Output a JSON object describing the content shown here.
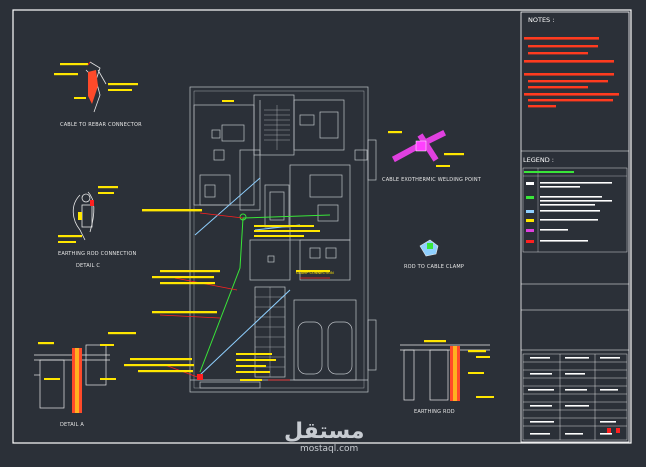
{
  "notes_heading": "NOTES :",
  "legend_heading": "LEGEND :",
  "labels": {
    "cable_to_rebar": "CABLE TO REBAR CONNECTOR",
    "exothermic": "CABLE EXOTHERMIC WELDING POINT",
    "earthing_rod_connection": "EARTHING ROD CONNECTION",
    "detail_c": "DETAIL C",
    "rod_to_cable_clamp": "ROD TO CABLE CLAMP",
    "detail_a": "DETAIL A",
    "earthing_rod": "EARTHING ROD",
    "clamp_connection": "CLAMP CONNECTION"
  },
  "watermark": {
    "arabic": "مستقل",
    "latin": "mostaql.com"
  },
  "colors": {
    "background": "#2b3038",
    "frame": "#ffffff",
    "plan_lines": "#bfc3c8",
    "note_lines": "#ff3b1f",
    "yellow_tags": "#ffe600",
    "cable_blue": "#8fd0ff",
    "cable_green": "#39e639",
    "pointer_red": "#ff2020",
    "magenta": "#e040e0"
  }
}
